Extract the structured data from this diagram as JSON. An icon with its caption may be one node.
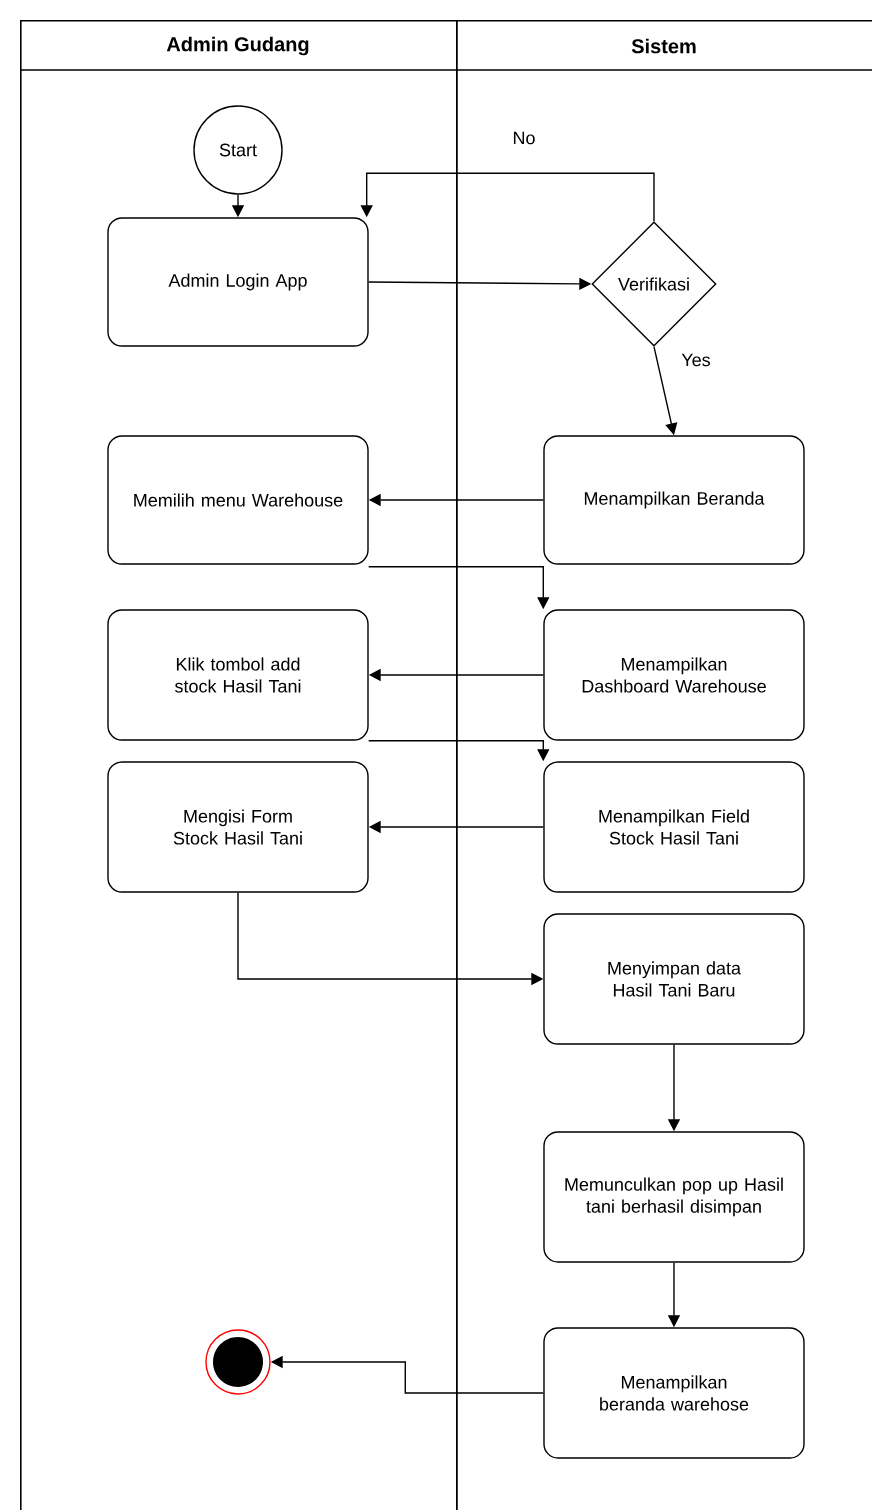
{
  "diagram": {
    "nodes": [
      {
        "text": [
          "Admin Gudang"
        ]
      },
      {
        "text": [
          "Sistem"
        ]
      },
      {
        "text": [
          "Start"
        ],
        "in": 0
      },
      {
        "text": [
          "Admin Login App"
        ],
        "in": 0
      },
      {
        "text": [
          "Verifikasi"
        ],
        "in": 1
      },
      {
        "text": [
          "Menampilkan Beranda"
        ],
        "in": 1
      },
      {
        "text": [
          "Memilih menu Warehouse"
        ],
        "in": 0
      },
      {
        "text": [
          "Menampilkan Dashboard Warehouse"
        ],
        "in": 1
      },
      {
        "text": [
          "Klik tombol add stock Hasil Tani"
        ],
        "in": 0
      },
      {
        "text": [
          "Menampilkan Field Stock Hasil Tani"
        ],
        "in": 1
      },
      {
        "text": [
          "Mengisi Form Stock Hasil Tani"
        ],
        "in": 0
      },
      {
        "text": [
          "Menyimpan data Hasil Tani Baru"
        ],
        "in": 1
      },
      {
        "text": [
          "Memunculkan pop up Hasil tani berhasil disimpan"
        ],
        "in": 1
      },
      {
        "text": [
          "Menampilkan beranda warehose"
        ],
        "in": 1
      },
      {
        "text": [],
        "shape": "circle",
        "in": 0
      }
    ],
    "edges": [
      {
        "from": 2,
        "to": 3,
        "arrow": "to"
      },
      {
        "from": 3,
        "to": 4,
        "arrow": "to"
      },
      {
        "from": 4,
        "to": 3,
        "arrow": "to",
        "label": "No"
      },
      {
        "from": 4,
        "to": 5,
        "arrow": "to",
        "label": "Yes"
      },
      {
        "from": 5,
        "to": 6,
        "arrow": "to"
      },
      {
        "from": 6,
        "to": 7,
        "arrow": "to"
      },
      {
        "from": 7,
        "to": 8,
        "arrow": "to"
      },
      {
        "from": 8,
        "to": 9,
        "arrow": "to"
      },
      {
        "from": 9,
        "to": 10,
        "arrow": "to"
      },
      {
        "from": 10,
        "to": 11,
        "arrow": "to"
      },
      {
        "from": 11,
        "to": 12,
        "arrow": "to"
      },
      {
        "from": 12,
        "to": 13,
        "arrow": "to"
      },
      {
        "from": 13,
        "to": 14,
        "arrow": "to"
      }
    ]
  }
}
